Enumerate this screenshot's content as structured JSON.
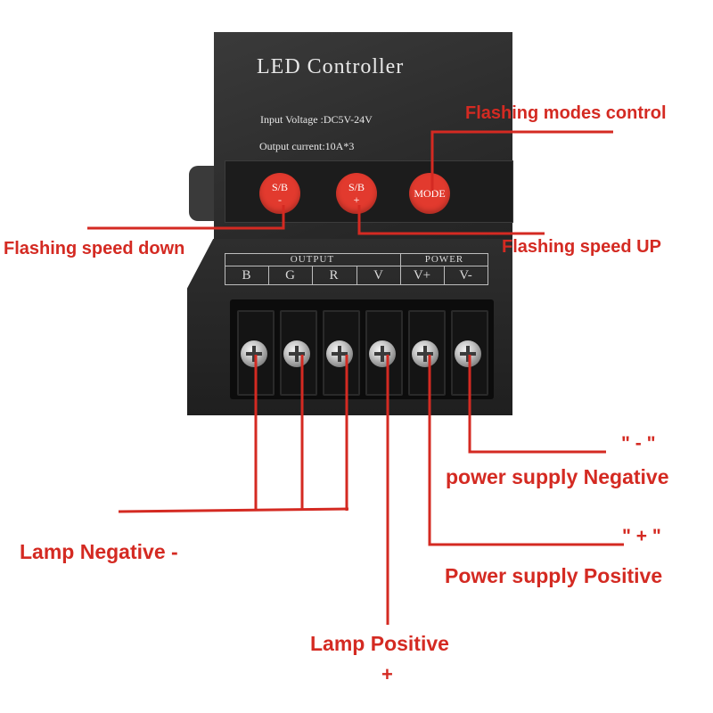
{
  "device": {
    "title": "LED Controller",
    "input_voltage": "Input Voltage :DC5V-24V",
    "output_current": "Output current:10A*3",
    "buttons": [
      {
        "top": "S/B",
        "bottom": "-"
      },
      {
        "top": "S/B",
        "bottom": "+"
      },
      {
        "top": "MODE",
        "bottom": ""
      }
    ],
    "terminal_groups": {
      "output": "OUTPUT",
      "power": "POWER"
    },
    "terminals": [
      "B",
      "G",
      "R",
      "V",
      "V+",
      "V-"
    ]
  },
  "annotations": {
    "flashing_modes_control": "Flashing modes control",
    "flashing_speed_down": "Flashing speed down",
    "flashing_speed_up": "Flashing speed UP",
    "negative_symbol": "\" - \"",
    "power_supply_negative": "power supply Negative",
    "positive_symbol": "\" + \"",
    "power_supply_positive": "Power supply Positive",
    "lamp_negative": "Lamp Negative -",
    "lamp_positive": "Lamp Positive",
    "plus_sign": "+"
  },
  "colors": {
    "annotation": "#d42a22",
    "device_body": "#2b2b2b",
    "button": "#e23a2e"
  }
}
